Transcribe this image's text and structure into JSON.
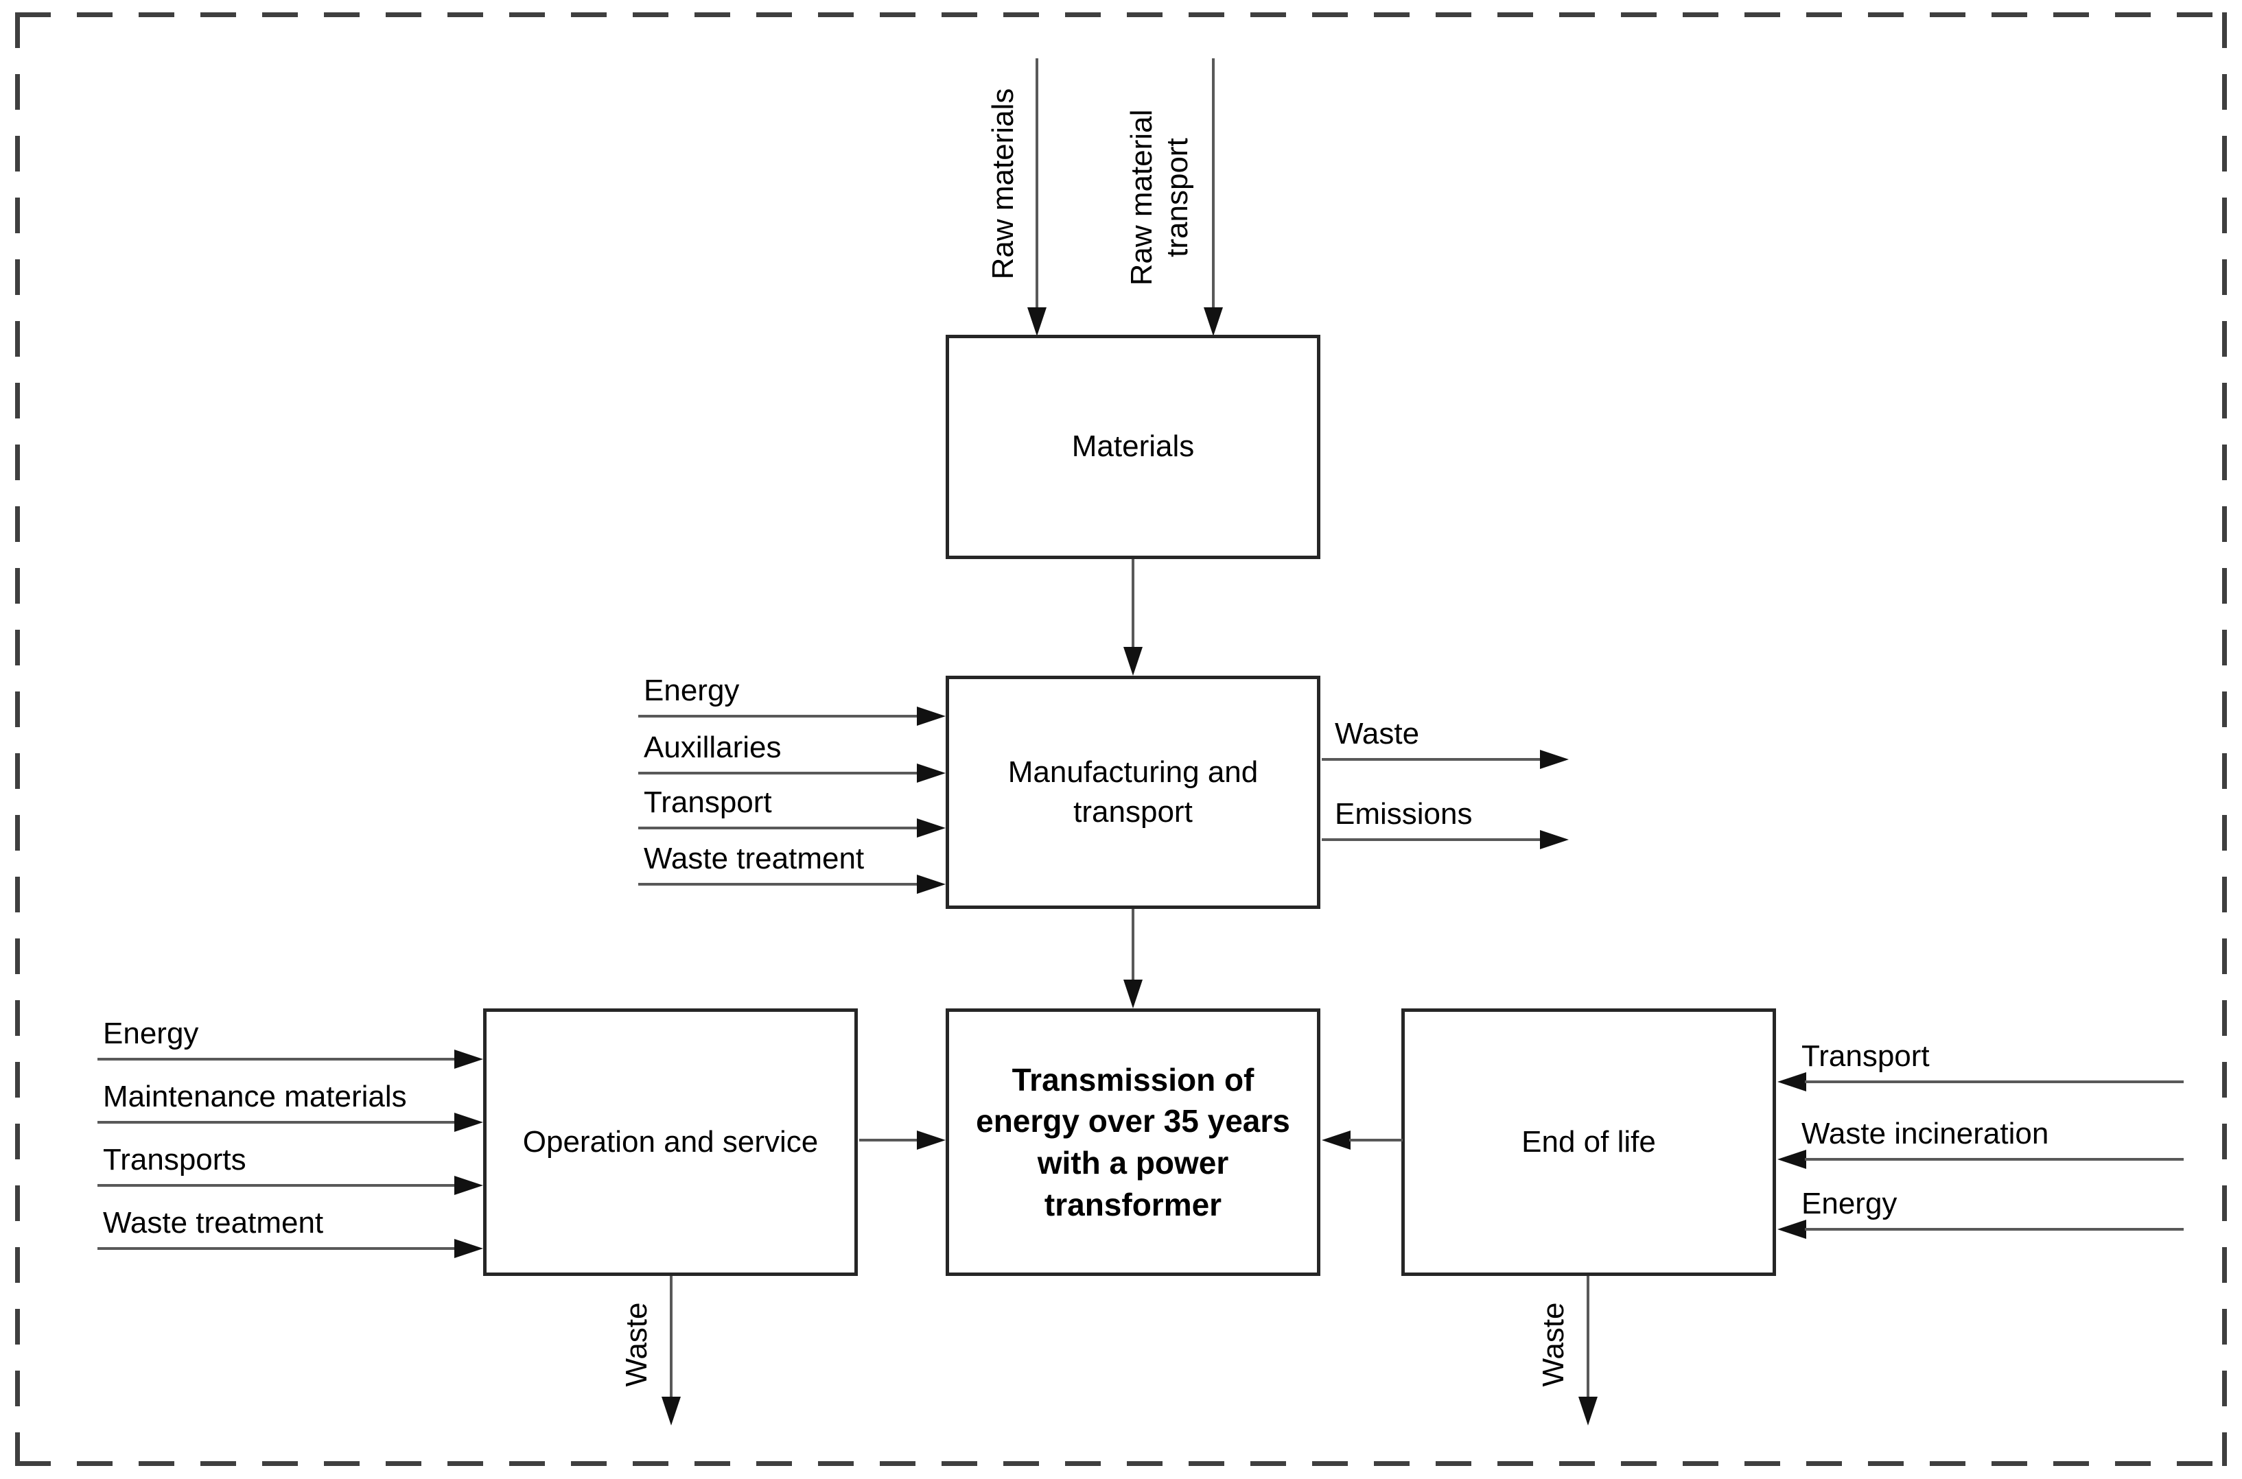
{
  "boxes": {
    "materials_label": "Materials",
    "manufacturing_lines": [
      "Manufacturing and",
      "transport"
    ],
    "transmission_lines": [
      "Transmission of",
      "energy over 35 years",
      "with a power",
      "transformer"
    ],
    "operation_label": "Operation and service",
    "end_of_life_label": "End of life"
  },
  "flows": {
    "raw_materials_label": "Raw materials",
    "raw_material_transport_lines": [
      "Raw material",
      "transport"
    ],
    "manufacturing_inputs": [
      "Energy",
      "Auxillaries",
      "Transport",
      "Waste treatment"
    ],
    "manufacturing_outputs": [
      "Waste",
      "Emissions"
    ],
    "operation_inputs": [
      "Energy",
      "Maintenance materials",
      "Transports",
      "Waste treatment"
    ],
    "end_of_life_inputs": [
      "Transport",
      "Waste incineration",
      "Energy"
    ],
    "operation_waste_label": "Waste",
    "end_of_life_waste_label": "Waste"
  },
  "colors": {
    "background": "#ffffff",
    "text": "#000000",
    "box_border": "#262626",
    "flow_line": "#595959",
    "arrowhead": "#111111",
    "dashed_border": "#3f3f3f"
  }
}
